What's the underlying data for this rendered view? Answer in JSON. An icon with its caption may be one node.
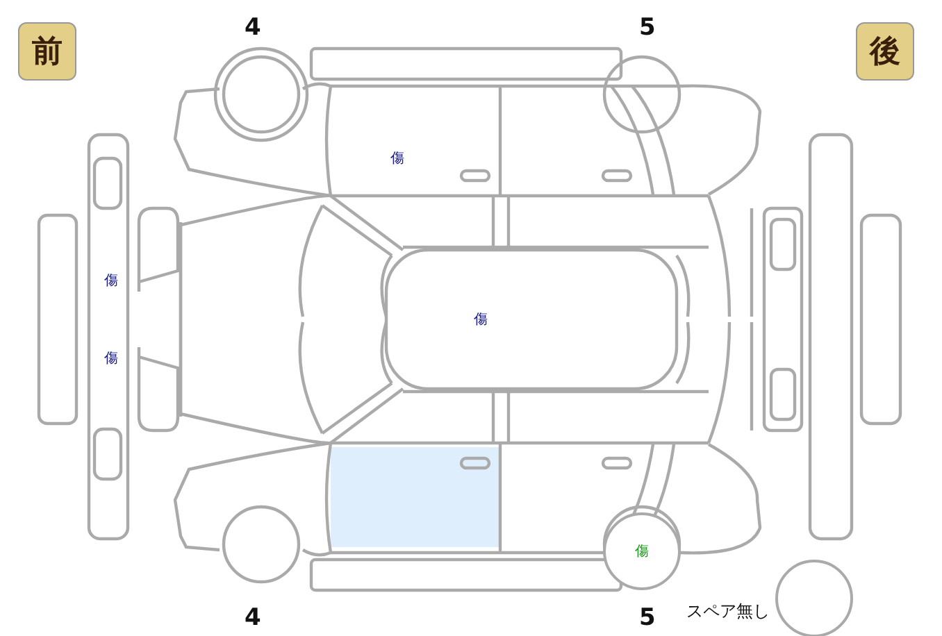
{
  "diagram": {
    "nodes": [
      {
        "text": [
          "前"
        ]
      },
      {
        "text": [
          "後"
        ]
      },
      {
        "text": [
          "傷"
        ]
      },
      {
        "text": [],
        "shape": "circle",
        "beside": [
          "スペア無し"
        ]
      }
    ],
    "labels": [
      "4",
      "5",
      "傷",
      "傷",
      "傷",
      "傷",
      "4",
      "5"
    ]
  }
}
